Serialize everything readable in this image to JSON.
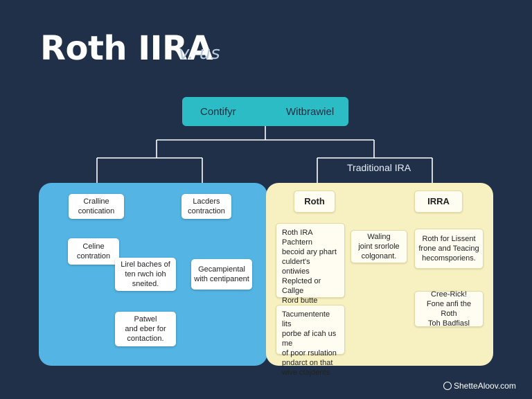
{
  "header": {
    "title": "Roth IIRA",
    "title_suffix": "v. us"
  },
  "top_bar": {
    "left_label": "Contifyr",
    "right_label": "Witbrawiel"
  },
  "traditional_label": "Traditional IRA",
  "left_panel": {
    "box_callline": "Cralline\ncontication",
    "box_ladders": "Lacders\ncontraction",
    "box_celine": "Celine\ncontration",
    "box_lirel": "Lirel baches of\nten rwch ioh\nsneited.",
    "box_cecamp": "Gecampiental\nwith centipanent",
    "box_patwel": "Patwel\nand eber for\ncontaction."
  },
  "right_panel": {
    "roth_header": "Roth",
    "ira_header": "IRRA",
    "box_roth_pachtern": "Roth IRA Pachtern\nbecoid ary phart\nculdert's ontiwies\nReplcted or Callge\nRord butte ocand\noaflor restacrass.\n\nPav viow dnens.",
    "box_waling": "Waling\njoint srorlole\ncolgonant.",
    "box_roth_lissent": "Roth for Lissent\nfrone and Teacing\nhecomsporiens.",
    "box_tacu": "Tacumentente lits\nporbe af icah us me\nof poor rsulation\npndarct on that\nwive ctajdents.",
    "box_cree": "Cree-Rick!\nFone anfi the Roth\nToh Badfiasl"
  },
  "watermark": "ShetteAloov.com",
  "colors": {
    "background": "#1f3048",
    "top_bar": "#2bbcc6",
    "left_panel": "#54b4e3",
    "right_panel": "#f7f0c0",
    "connector": "#ffffff"
  }
}
